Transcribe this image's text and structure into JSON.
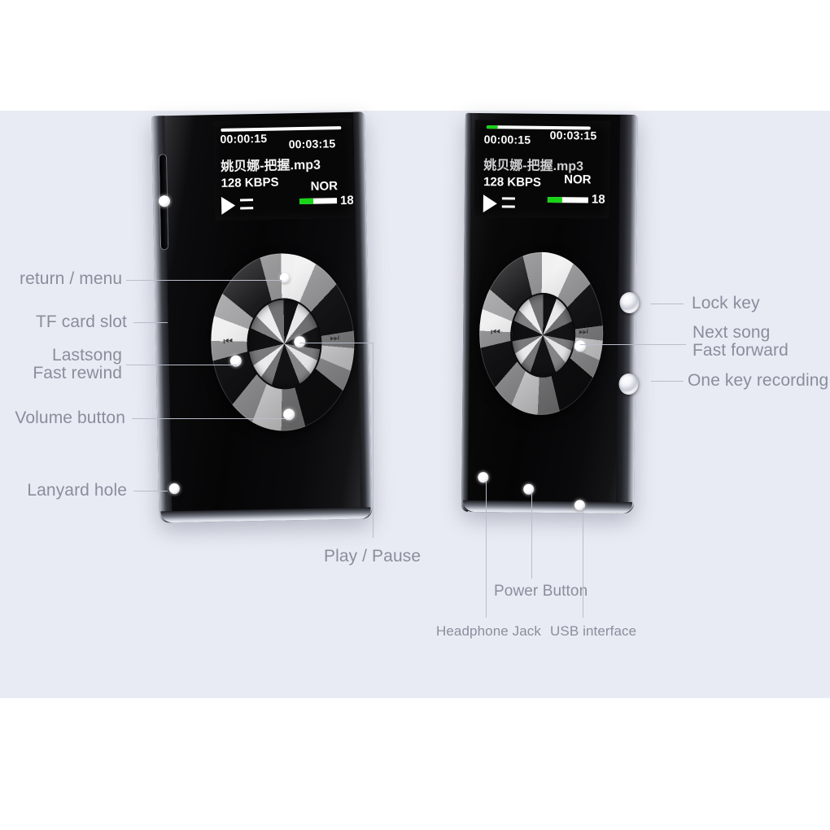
{
  "figure": {
    "type": "product-annotated-photo",
    "subject": "portable MP3 music player",
    "background_color": "#ffffff",
    "panel_color": "#e9ebf4",
    "label_color": "#8a8e9c",
    "leader_color": "#b9bdca",
    "accent_color": "#16d416"
  },
  "screen": {
    "time_elapsed": "00:00:15",
    "time_total": "00:03:15",
    "song_title": "姚贝娜-把握.mp3",
    "bitrate": "128  KBPS",
    "eq_mode": "NOR",
    "volume_level": "18",
    "play_icon": "play-triangle-icon",
    "eq_icon": "equalizer-lines-icon",
    "progress_percent": 8,
    "volume_percent": 36
  },
  "devices": [
    {
      "id": "front-left-view",
      "name": "front view showing left edge",
      "wheel_glyphs": [
        "prev-track-icon",
        "next-track-icon"
      ]
    },
    {
      "id": "front-right-view",
      "name": "front view showing right edge",
      "wheel_glyphs": [
        "prev-track-icon",
        "next-track-icon"
      ]
    }
  ],
  "callouts": {
    "left": [
      {
        "id": "return-menu",
        "label": "return / menu",
        "icon": "return-menu-marker"
      },
      {
        "id": "tf-card-slot",
        "label": "TF card slot",
        "icon": "tf-card-slot-marker"
      },
      {
        "id": "lastsong",
        "label_line1": "Lastsong",
        "label_line2": "Fast rewind",
        "icon": "previous-track-marker"
      },
      {
        "id": "volume-button",
        "label": "Volume button",
        "icon": "volume-button-marker"
      },
      {
        "id": "lanyard-hole",
        "label": "Lanyard hole",
        "icon": "lanyard-hole-marker"
      }
    ],
    "right": [
      {
        "id": "lock-key",
        "label": "Lock key",
        "icon": "lock-key-marker"
      },
      {
        "id": "next-song",
        "label_line1": "Next song",
        "label_line2": "Fast forward",
        "icon": "next-track-marker"
      },
      {
        "id": "one-key-recording",
        "label": "One key recording",
        "icon": "record-button-marker"
      }
    ],
    "bottom": [
      {
        "id": "play-pause",
        "label": "Play / Pause",
        "icon": "play-pause-marker"
      },
      {
        "id": "headphone-jack",
        "label": "Headphone Jack",
        "icon": "headphone-jack-marker"
      },
      {
        "id": "power-button",
        "label": "Power Button",
        "icon": "power-button-marker"
      },
      {
        "id": "usb-interface",
        "label": "USB interface",
        "icon": "usb-port-marker"
      }
    ]
  }
}
